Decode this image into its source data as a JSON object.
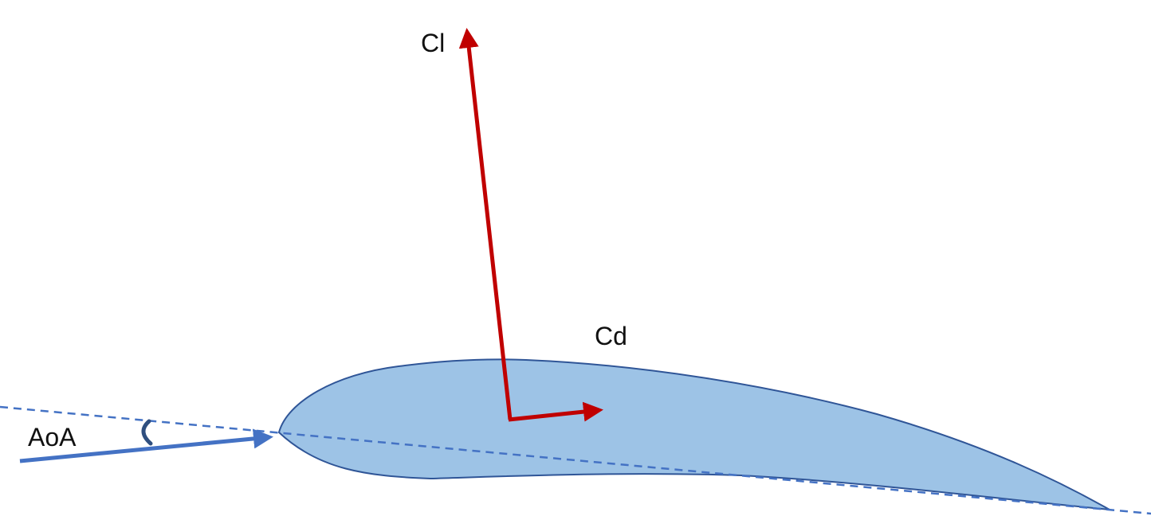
{
  "labels": {
    "lift": "Cl",
    "drag": "Cd",
    "angle_of_attack": "AoA"
  },
  "colors": {
    "airfoil_fill": "#9dc3e6",
    "airfoil_stroke": "#2f5597",
    "chord_line": "#4472c4",
    "freestream_arrow": "#4472c4",
    "force_vectors": "#c00000",
    "angle_arc": "#2f4f7f"
  }
}
